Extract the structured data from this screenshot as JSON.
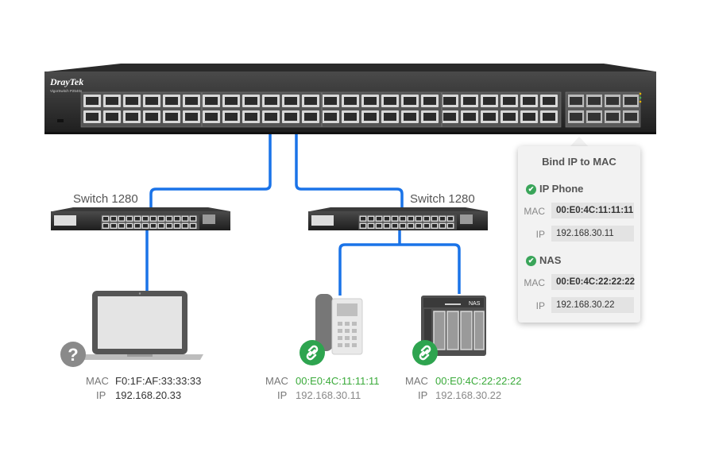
{
  "main_switch": {
    "brand": "DrayTek",
    "model": "VigorSwitch P2540x"
  },
  "switches": [
    {
      "label": "Switch 1280"
    },
    {
      "label": "Switch 1280"
    }
  ],
  "bind_card": {
    "title": "Bind IP to MAC",
    "entries": [
      {
        "name": "IP Phone",
        "mac_key": "MAC",
        "mac": "00:E0:4C:11:11:11",
        "ip_key": "IP",
        "ip": "192.168.30.11"
      },
      {
        "name": "NAS",
        "mac_key": "MAC",
        "mac": "00:E0:4C:22:22:22",
        "ip_key": "IP",
        "ip": "192.168.30.22"
      }
    ]
  },
  "devices": [
    {
      "name": "laptop",
      "status_icon": "question-icon",
      "mac_key": "MAC",
      "mac": "F0:1F:AF:33:33:33",
      "ip_key": "IP",
      "ip": "192.168.20.33"
    },
    {
      "name": "ip-phone",
      "status_icon": "link-icon",
      "mac_key": "MAC",
      "mac": "00:E0:4C:11:11:11",
      "ip_key": "IP",
      "ip": "192.168.30.11"
    },
    {
      "name": "nas",
      "badge": "NAS",
      "status_icon": "link-icon",
      "mac_key": "MAC",
      "mac": "00:E0:4C:22:22:22",
      "ip_key": "IP",
      "ip": "192.168.30.22"
    }
  ],
  "colors": {
    "cable": "#1a73e8",
    "verified": "#3aaa3a",
    "unknown": "#8a8a8a",
    "link_badge": "#2ea44f"
  }
}
